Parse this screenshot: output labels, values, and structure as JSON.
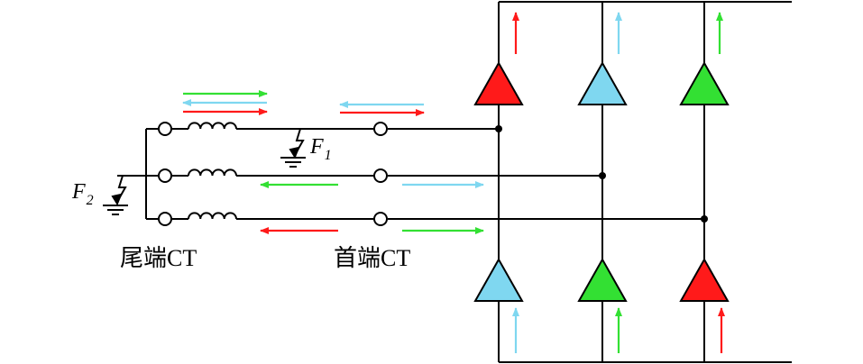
{
  "labels": {
    "tail_ct": "尾端CT",
    "head_ct": "首端CT",
    "fault1_main": "F",
    "fault1_sub": "1",
    "fault2_main": "F",
    "fault2_sub": "2"
  },
  "colors": {
    "red": "#ff1a1a",
    "cyan": "#7fd7f0",
    "green": "#33e033",
    "wire": "#000000"
  },
  "icons": {
    "ct_terminal": "open-circle",
    "winding": "coil",
    "fault": "lightning-ground-icon",
    "thyristor": "triangle-valve-icon"
  }
}
